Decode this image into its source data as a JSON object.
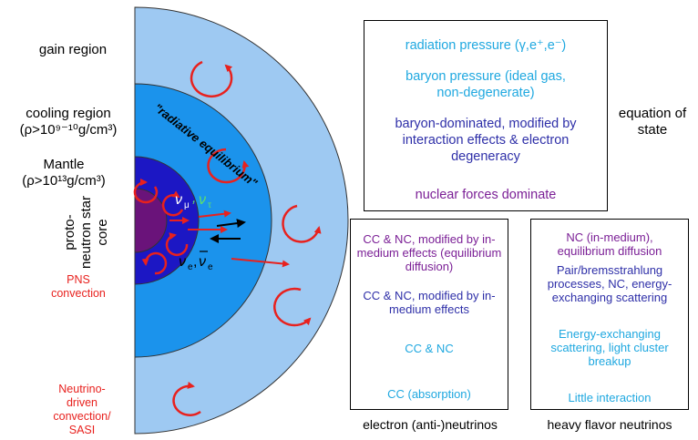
{
  "left_labels": {
    "gain": "gain region",
    "cooling_l1": "cooling region",
    "cooling_l2": "(ρ>10⁹⁻¹⁰g/cm³)",
    "mantle_l1": "Mantle",
    "mantle_l2": "(ρ>10¹³g/cm³)",
    "core": "proto-neutron star core",
    "pns_convection": "PNS convection",
    "neutrino_convection": "Neutrino-driven convection/ SASI"
  },
  "diagram": {
    "radiative_eq": "\"radiative equilibrium\"",
    "nu_heavy": "ν",
    "nu_mu_sub": "μ",
    "nu_tau_sub": "τ",
    "nu_e_label": "νe, νe",
    "colors": {
      "outer_shell": "#9ec9f2",
      "middle_shell": "#1b93ec",
      "mantle": "#1c17c4",
      "core": "#6a137a",
      "arrows": "#e8211e"
    }
  },
  "eos_box": {
    "line1": "radiation pressure (γ,e⁺,e⁻)",
    "line2": "baryon pressure (ideal gas, non-degenerate)",
    "line3": "baryon-dominated, modified by interaction effects & electron degeneracy",
    "line4": "nuclear forces dominate",
    "side_label": "equation of state"
  },
  "electron_box": {
    "item1": "CC & NC, modified by in-medium effects (equilibrium diffusion)",
    "item2": "CC & NC, modified by in-medium effects",
    "item3": "CC & NC",
    "item4": "CC (absorption)",
    "caption": "electron (anti-)neutrinos"
  },
  "heavy_box": {
    "item1": "NC (in-medium), equilibrium diffusion",
    "item2": "Pair/bremsstrahlung processes, NC, energy-exchanging scattering",
    "item3": "Energy-exchanging scattering, light cluster breakup",
    "item4": "Little interaction",
    "caption": "heavy flavor neutrinos"
  }
}
